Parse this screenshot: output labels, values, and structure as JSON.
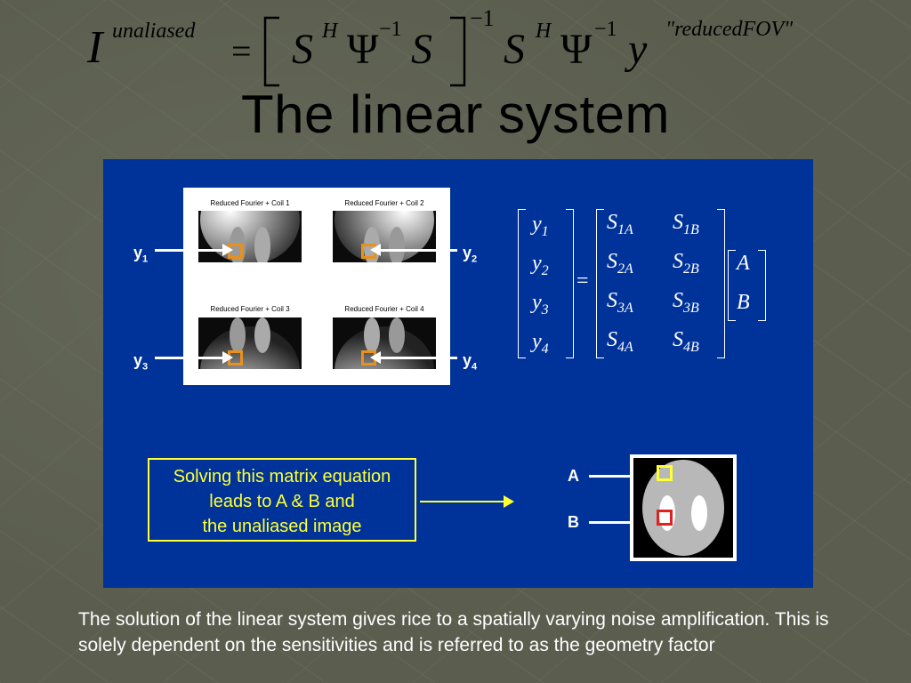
{
  "formula": {
    "I": "I",
    "unaliased": "unaliased",
    "equals": "=",
    "S1": "S",
    "H1": "H",
    "Psi1": "Ψ",
    "inv1": "−1",
    "S2": "S",
    "inv_outer": "−1",
    "S3": "S",
    "H2": "H",
    "Psi2": "Ψ",
    "inv2": "−1",
    "y": "y",
    "reduced": "\"reducedFOV\""
  },
  "title": "The linear system",
  "coils": {
    "titles": [
      "Reduced Fourier + Coil 1",
      "Reduced Fourier + Coil 2",
      "Reduced Fourier + Coil 3",
      "Reduced Fourier + Coil 4"
    ]
  },
  "y_labels": [
    {
      "base": "y",
      "sub": "1"
    },
    {
      "base": "y",
      "sub": "2"
    },
    {
      "base": "y",
      "sub": "3"
    },
    {
      "base": "y",
      "sub": "4"
    }
  ],
  "matrix": {
    "lhs": [
      {
        "base": "y",
        "sub": "1"
      },
      {
        "base": "y",
        "sub": "2"
      },
      {
        "base": "y",
        "sub": "3"
      },
      {
        "base": "y",
        "sub": "4"
      }
    ],
    "equals": "=",
    "S": [
      [
        {
          "base": "S",
          "sub": "1A"
        },
        {
          "base": "S",
          "sub": "1B"
        }
      ],
      [
        {
          "base": "S",
          "sub": "2A"
        },
        {
          "base": "S",
          "sub": "2B"
        }
      ],
      [
        {
          "base": "S",
          "sub": "3A"
        },
        {
          "base": "S",
          "sub": "3B"
        }
      ],
      [
        {
          "base": "S",
          "sub": "4A"
        },
        {
          "base": "S",
          "sub": "4B"
        }
      ]
    ],
    "rhs": [
      "A",
      "B"
    ]
  },
  "solve_text": [
    "Solving this matrix equation",
    "leads to A & B and",
    "the unaliased image"
  ],
  "ab": {
    "a": "A",
    "b": "B"
  },
  "note": "The solution of the linear system gives rice to a spatially varying noise amplification. This is solely dependent on the sensitivities and is referred to as the geometry factor",
  "colors": {
    "panel": "#003399",
    "highlight": "#ffff33",
    "coil_mark": "#e8911c",
    "a_mark": "#ffff33",
    "b_mark": "#dd2222"
  }
}
